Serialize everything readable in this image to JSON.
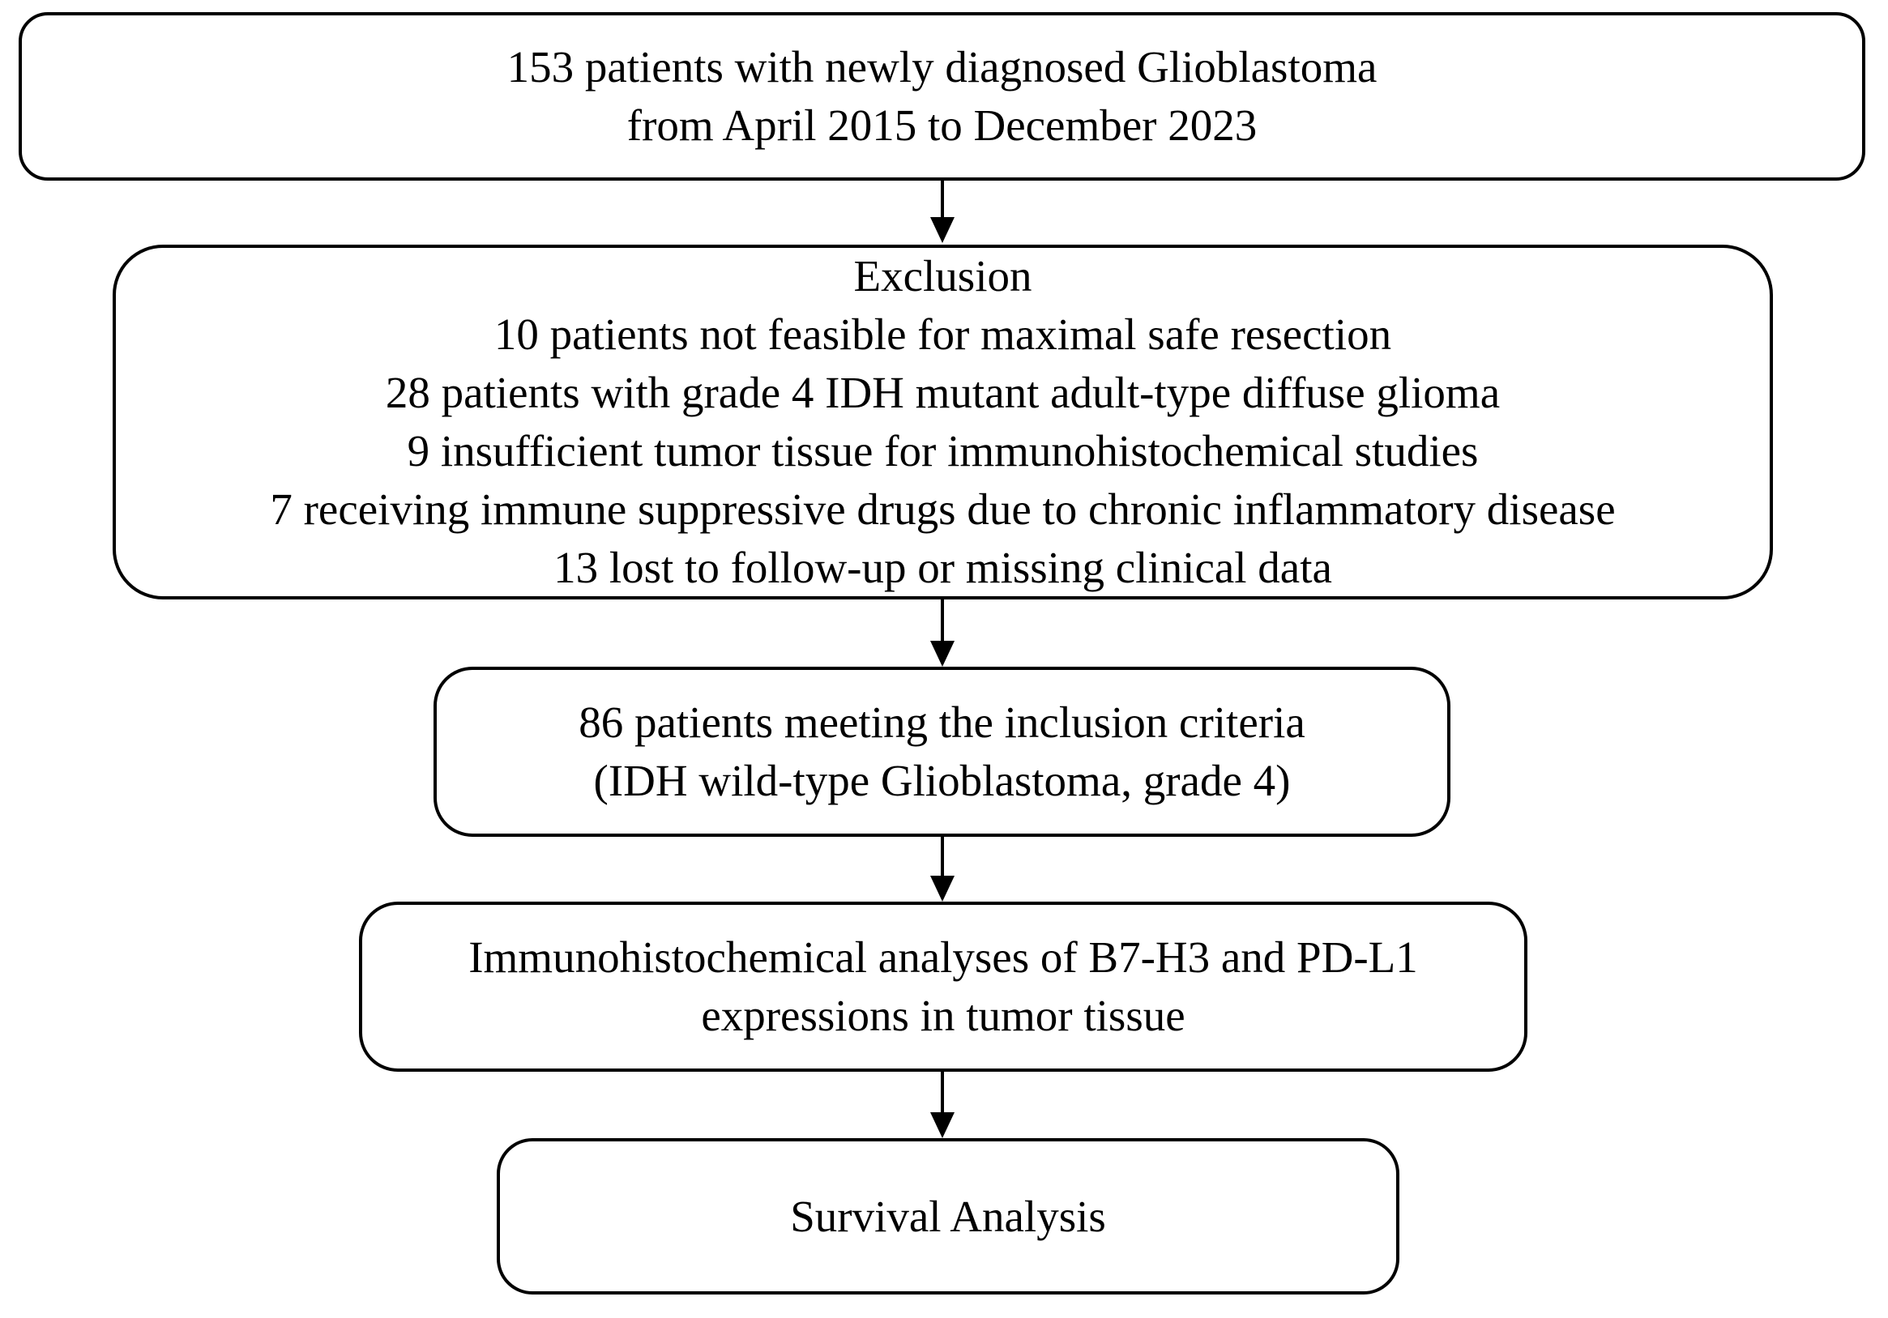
{
  "diagram": {
    "type": "flowchart",
    "description": "Patient selection flow diagram for a glioblastoma study"
  },
  "colors": {
    "box_border": "#000000",
    "box_fill": "#ffffff",
    "text": "#000000",
    "page_background": "#ffffff",
    "arrow": "#000000"
  },
  "boxes": [
    {
      "id": "enrollment",
      "lines": [
        "153 patients with newly diagnosed Glioblastoma",
        "from April 2015 to December 2023"
      ]
    },
    {
      "id": "exclusion",
      "lines": [
        "Exclusion",
        "10 patients not feasible for maximal safe resection",
        "28 patients with grade 4 IDH mutant adult-type diffuse glioma",
        "9 insufficient tumor tissue for immunohistochemical studies",
        "7 receiving immune suppressive drugs due to chronic inflammatory disease",
        "13 lost to follow-up or missing clinical data"
      ]
    },
    {
      "id": "inclusion",
      "lines": [
        "86 patients meeting the inclusion criteria",
        "(IDH wild-type Glioblastoma, grade 4)"
      ]
    },
    {
      "id": "ihc-analysis",
      "lines": [
        "Immunohistochemical analyses of B7-H3 and PD-L1",
        "expressions in tumor tissue"
      ]
    },
    {
      "id": "survival-analysis",
      "lines": [
        "Survival Analysis"
      ]
    }
  ]
}
